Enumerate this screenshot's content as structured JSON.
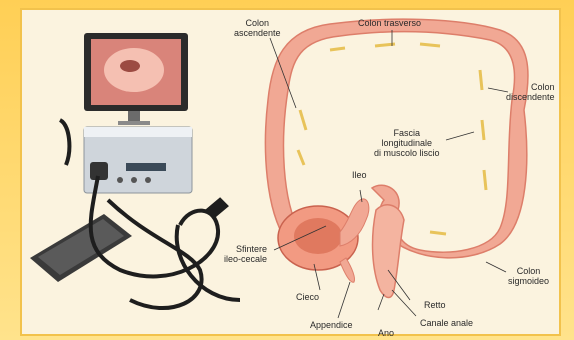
{
  "labels": {
    "colon_ascendente": "Colon\nascendente",
    "colon_trasverso": "Colon trasverso",
    "colon_discendente": "Colon\ndiscendente",
    "fascia": "Fascia\nlongitudinale\ndi muscolo liscio",
    "ileo": "Ileo",
    "sfintere": "Sfintere\nileo-cecale",
    "cieco": "Cieco",
    "appendice": "Appendice",
    "retto": "Retto",
    "colon_sigmoideo": "Colon\nsigmoideo",
    "canale_anale": "Canale anale",
    "ano": "Ano"
  },
  "colors": {
    "background": "#fbf3df",
    "border": "#ffcf55",
    "colon": "#f1a894",
    "colon_dark": "#dd7e6a",
    "fascia": "#e8c35a"
  }
}
